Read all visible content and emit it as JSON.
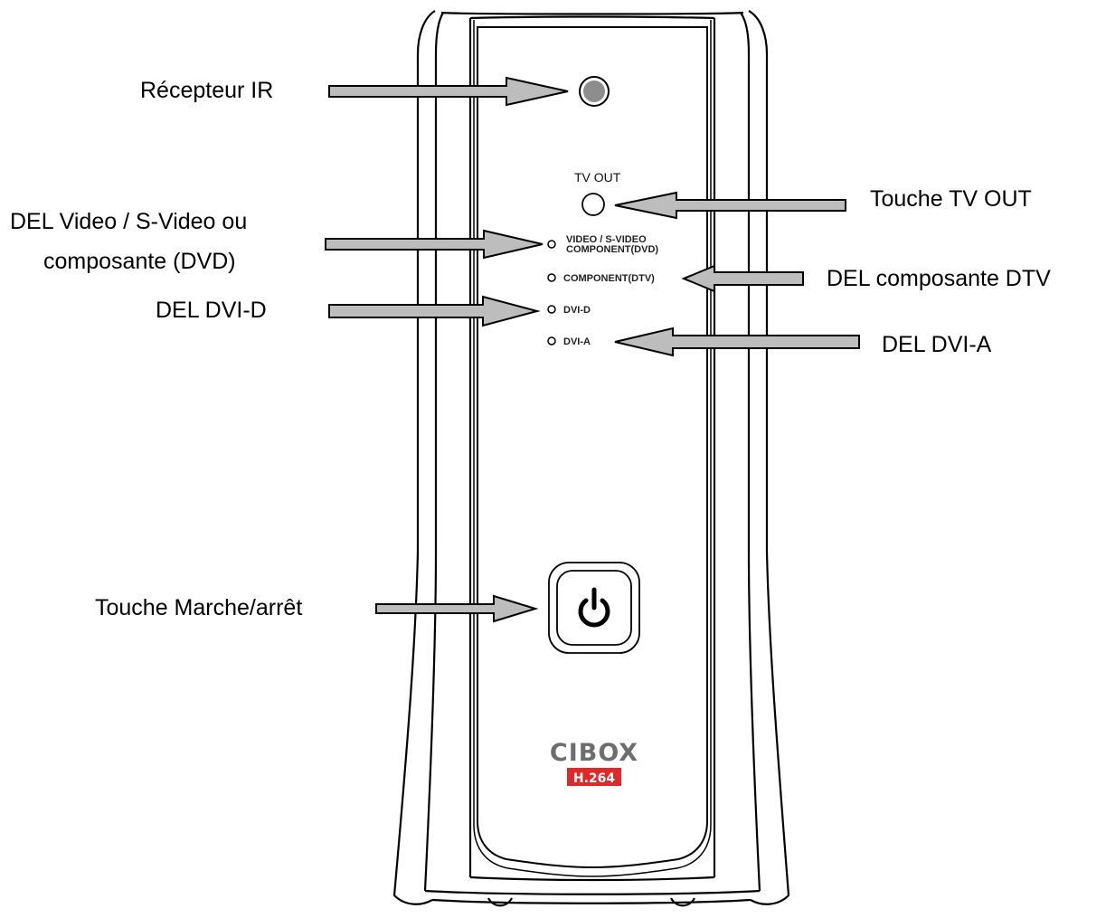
{
  "callouts": {
    "ir_receiver": "Récepteur IR",
    "tv_out_button": "Touche TV OUT",
    "led_video_line1": "DEL Video / S-Video ou",
    "led_video_line2": "composante (DVD)",
    "led_component_dtv": "DEL composante DTV",
    "led_dvi_d": "DEL DVI-D",
    "led_dvi_a": "DEL DVI-A",
    "power_button": "Touche Marche/arrêt"
  },
  "panel": {
    "tv_out_label": "TV OUT",
    "led_video_line1": "VIDEO / S-VIDEO",
    "led_video_line2": "COMPONENT(DVD)",
    "led_component_dtv": "COMPONENT(DTV)",
    "led_dvi_d": "DVI-D",
    "led_dvi_a": "DVI-A"
  },
  "logo": {
    "brand": "CIBOX",
    "badge": "H.264",
    "badge_color": "#e02828"
  },
  "icons": {
    "power": "power-icon",
    "arrow": "arrow-icon"
  },
  "colors": {
    "arrow_fill": "#bdbdbd",
    "outline": "#000000"
  }
}
